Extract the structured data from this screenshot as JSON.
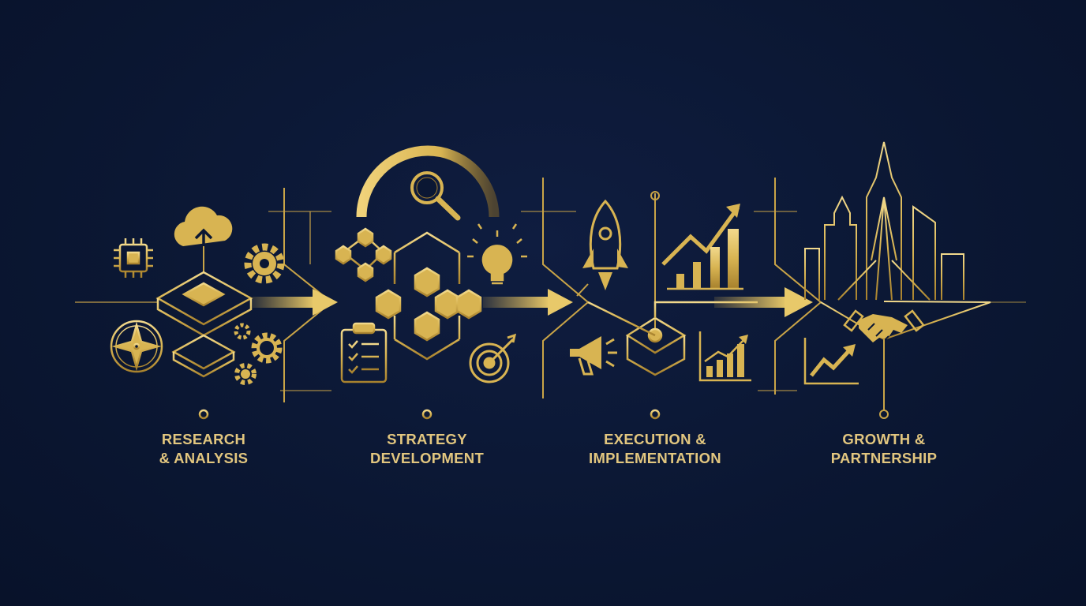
{
  "colors": {
    "background": "#0b1733",
    "gold": "#d8b452",
    "gold_light": "#f2d98c",
    "gold_dark": "#a8822e",
    "label": "#e2c67f"
  },
  "stages": [
    {
      "id": "research",
      "line1": "RESEARCH",
      "line2": "& ANALYSIS",
      "icons": [
        "microchip-icon",
        "cloud-upload-icon",
        "gear-icon",
        "compass-icon",
        "gears-icon",
        "platform-diamond-icon"
      ]
    },
    {
      "id": "strategy",
      "line1": "STRATEGY",
      "line2": "DEVELOPMENT",
      "icons": [
        "magnifier-arc-icon",
        "hexagon-network-icon",
        "lightbulb-icon",
        "clipboard-checklist-icon",
        "target-icon"
      ]
    },
    {
      "id": "execution",
      "line1": "EXECUTION &",
      "line2": "IMPLEMENTATION",
      "icons": [
        "rocket-icon",
        "growth-chart-icon",
        "megaphone-icon",
        "bar-chart-icon",
        "platform-node-icon"
      ]
    },
    {
      "id": "growth",
      "line1": "GROWTH &",
      "line2": "PARTNERSHIP",
      "icons": [
        "city-skyline-icon",
        "handshake-icon",
        "trend-chart-icon"
      ]
    }
  ]
}
